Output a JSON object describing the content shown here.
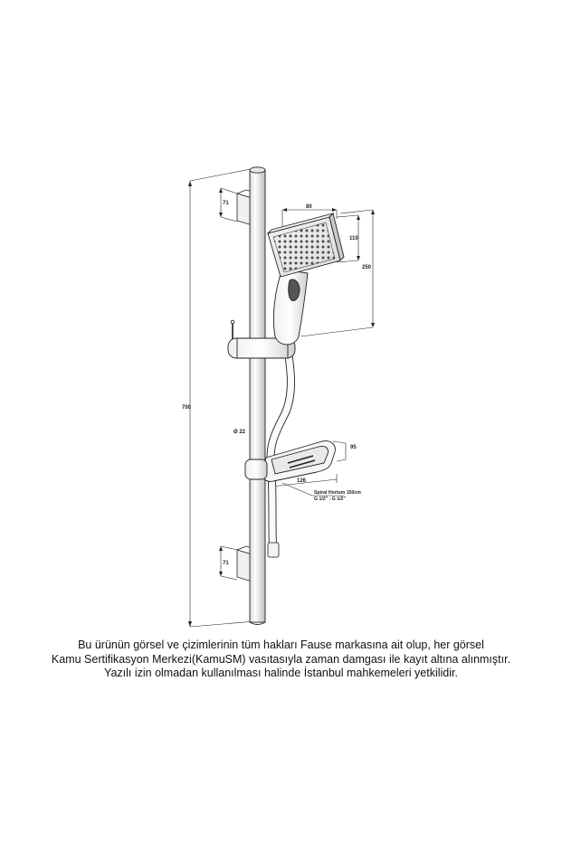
{
  "drawing": {
    "dimensions": {
      "total_height": "700",
      "bracket_top": "71",
      "bracket_bottom": "71",
      "head_width": "80",
      "head_depth": "110",
      "head_length": "250",
      "bar_diameter": "Ø 22",
      "soap_dish_depth": "95",
      "soap_dish_width": "126"
    },
    "hose_note": {
      "line1": "Spiral Hortum 150cm",
      "line2": "G 1/2\" - G 1/2\""
    }
  },
  "notice": {
    "line1": "Bu ürünün görsel ve çizimlerinin tüm hakları Fause markasına ait olup, her görsel",
    "line2": "Kamu Sertifikasyon Merkezi(KamuSM) vasıtasıyla zaman damgası ile kayıt altına alınmıştır.",
    "line3": "Yazılı izin olmadan kullanılması halinde İstanbul mahkemeleri yetkilidir."
  }
}
